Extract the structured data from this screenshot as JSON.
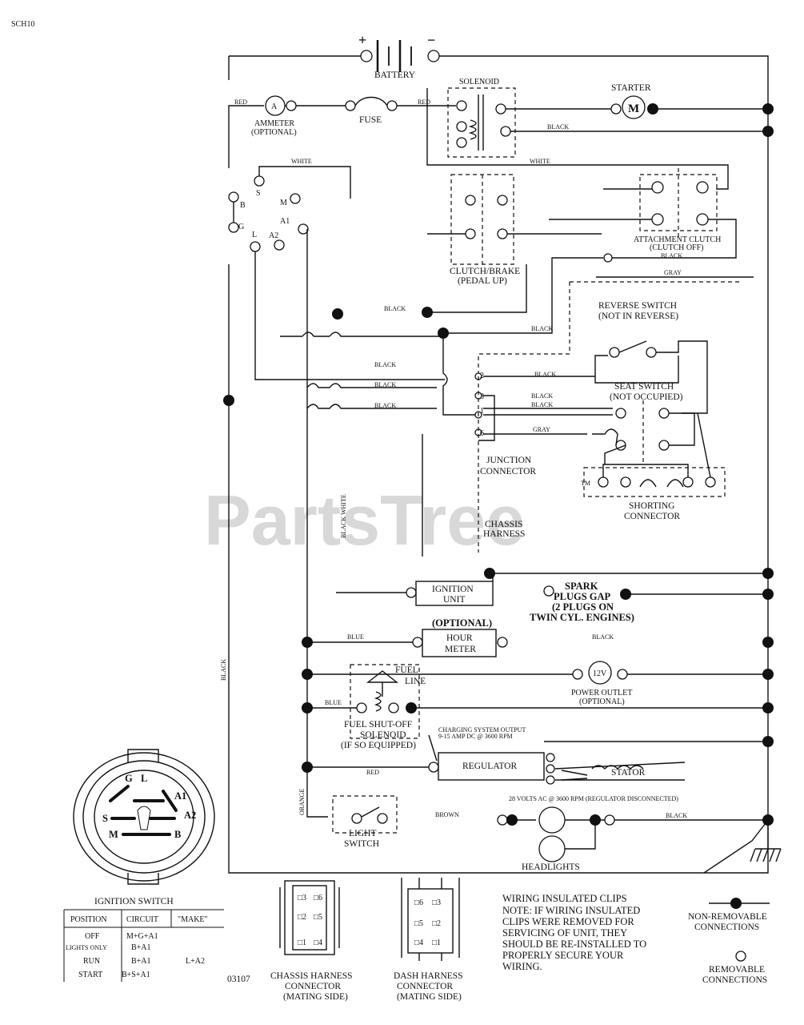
{
  "diagram_id": "SCH10",
  "drawing_number": "03107",
  "watermark": "PartsTree",
  "watermark_tm": "TM",
  "battery": {
    "label": "BATTERY",
    "plus": "+",
    "minus": "−"
  },
  "solenoid": {
    "label": "SOLENOID"
  },
  "starter": {
    "label": "STARTER",
    "symbol": "M"
  },
  "ammeter": {
    "label": "AMMETER",
    "optional": "(OPTIONAL)",
    "symbol": "A"
  },
  "fuse": {
    "label": "FUSE"
  },
  "ignition_terminals": {
    "b": "B",
    "s": "S",
    "m": "M",
    "l": "L",
    "g": "G",
    "a1": "A1",
    "a2": "A2"
  },
  "clutch_brake": {
    "label": "CLUTCH/BRAKE",
    "sub": "(PEDAL UP)"
  },
  "attachment_clutch": {
    "label": "ATTACHMENT CLUTCH",
    "sub": "(CLUTCH OFF)"
  },
  "reverse_switch": {
    "label": "REVERSE SWITCH",
    "sub": "(NOT IN REVERSE)"
  },
  "seat_switch": {
    "label": "SEAT SWITCH",
    "sub": "(NOT OCCUPIED)"
  },
  "junction_connector": {
    "line1": "JUNCTION",
    "line2": "CONNECTOR",
    "pins": [
      "2",
      "3",
      "1",
      "6"
    ]
  },
  "chassis_harness": {
    "line1": "CHASSIS",
    "line2": "HARNESS"
  },
  "shorting_connector": {
    "line1": "SHORTING",
    "line2": "CONNECTOR"
  },
  "ignition_unit": {
    "line1": "IGNITION",
    "line2": "UNIT"
  },
  "spark_plugs": {
    "line1": "SPARK",
    "line2": "PLUGS GAP",
    "line3": "(2 PLUGS ON",
    "line4": "TWIN CYL. ENGINES)"
  },
  "hour_meter": {
    "optional": "(OPTIONAL)",
    "line1": "HOUR",
    "line2": "METER"
  },
  "fuel_line": {
    "line1": "FUEL",
    "line2": "LINE"
  },
  "power_outlet": {
    "symbol": "12V",
    "line1": "POWER OUTLET",
    "line2": "(OPTIONAL)"
  },
  "fuel_solenoid": {
    "line1": "FUEL SHUT-OFF",
    "line2": "SOLENOID",
    "line3": "(IF SO EQUIPPED)"
  },
  "charging": {
    "line1": "CHARGING SYSTEM OUTPUT",
    "line2": "9-15 AMP DC @ 3600 RPM"
  },
  "regulator": {
    "label": "REGULATOR"
  },
  "stator": {
    "label": "STATOR",
    "volts": "28 VOLTS AC @ 3600 RPM (REGULATOR DISCONNECTED)"
  },
  "light_switch": {
    "line1": "LIGHT",
    "line2": "SWITCH"
  },
  "headlights": {
    "label": "HEADLIGHTS"
  },
  "wire_colors": {
    "red": "RED",
    "white": "WHITE",
    "black": "BLACK",
    "gray": "GRAY",
    "blue": "BLUE",
    "orange": "ORANGE",
    "brown": "BROWN",
    "black_white": "BLACK WHITE"
  },
  "ignition_switch": {
    "title": "IGNITION SWITCH",
    "headers": [
      "POSITION",
      "CIRCUIT",
      "\"MAKE\""
    ],
    "rows": [
      [
        "OFF",
        "M+G+A1",
        ""
      ],
      [
        "LIGHTS ONLY",
        "B+A1",
        ""
      ],
      [
        "RUN",
        "B+A1",
        "L+A2"
      ],
      [
        "START",
        "B+S+A1",
        ""
      ]
    ]
  },
  "chassis_connector": {
    "line1": "CHASSIS HARNESS",
    "line2": "CONNECTOR",
    "line3": "(MATING SIDE)"
  },
  "dash_connector": {
    "line1": "DASH HARNESS",
    "line2": "CONNECTOR",
    "line3": "(MATING SIDE)"
  },
  "clips_note": [
    "WIRING INSULATED CLIPS",
    "NOTE: IF WIRING INSULATED",
    "CLIPS WERE REMOVED FOR",
    "SERVICING OF UNIT, THEY",
    "SHOULD BE RE-INSTALLED TO",
    "PROPERLY SECURE YOUR",
    "WIRING."
  ],
  "legend": {
    "non_removable": [
      "NON-REMOVABLE",
      "CONNECTIONS"
    ],
    "removable": [
      "REMOVABLE",
      "CONNECTIONS"
    ]
  }
}
